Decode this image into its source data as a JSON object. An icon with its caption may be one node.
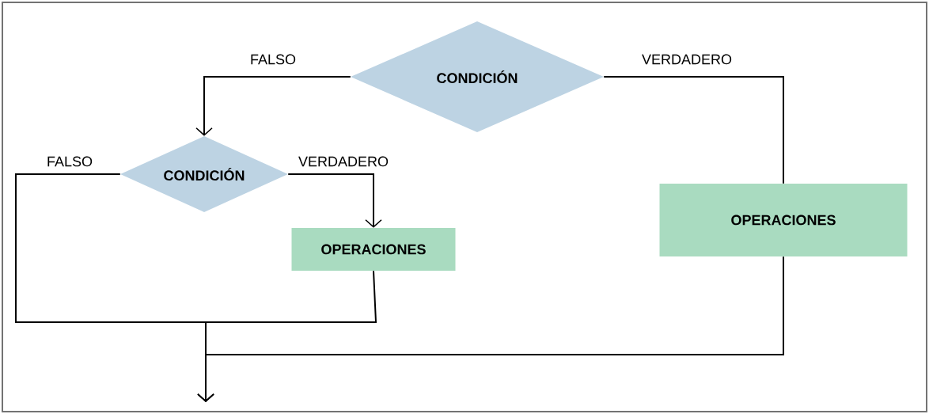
{
  "diagram": {
    "nodes": [
      {
        "text": [
          "CONDICIÓN"
        ]
      },
      {
        "text": [
          "CONDICIÓN"
        ]
      },
      {
        "text": [
          "OPERACIONES"
        ]
      },
      {
        "text": [
          "OPERACIONES"
        ]
      }
    ],
    "edges": [
      {
        "from": 0,
        "to": 1,
        "arrow": "to",
        "label": "FALSO"
      },
      {
        "from": 0,
        "to": 3,
        "arrow": "none",
        "label": "VERDADERO"
      },
      {
        "from": 1,
        "to": 2,
        "arrow": "to",
        "label": "VERDADERO"
      },
      {
        "from": 1,
        "to": null,
        "arrow": "to",
        "label": "FALSO"
      },
      {
        "from": 2,
        "to": null,
        "arrow": "to"
      },
      {
        "from": 3,
        "to": null,
        "arrow": "to"
      }
    ]
  }
}
